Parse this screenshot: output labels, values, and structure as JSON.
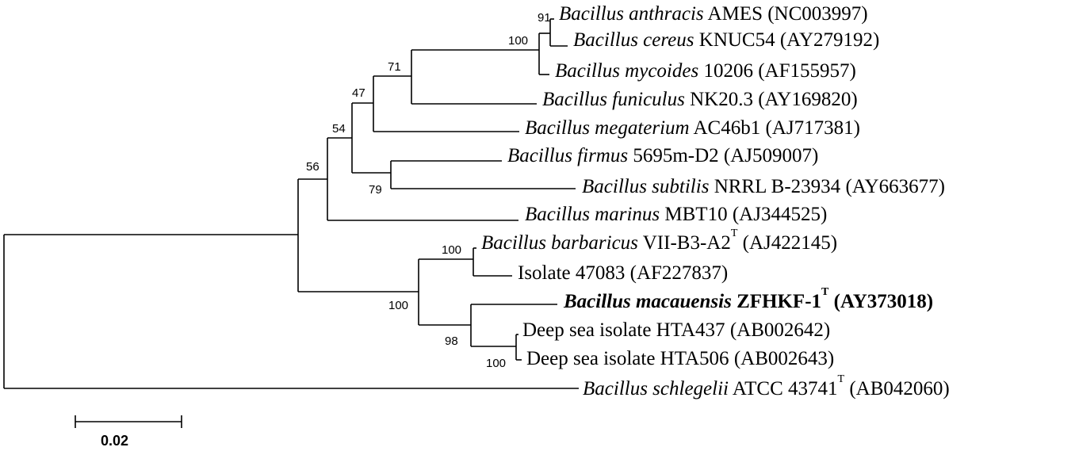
{
  "figure": {
    "leaves": [
      {
        "id": "anthracis",
        "species": "Bacillus anthracis",
        "strain": "AMES",
        "sup": "",
        "accession": "(NC003997)",
        "bold": false
      },
      {
        "id": "cereus",
        "species": "Bacillus cereus",
        "strain": "KNUC54",
        "sup": "",
        "accession": "(AY279192)",
        "bold": false
      },
      {
        "id": "mycoides",
        "species": "Bacillus mycoides",
        "strain": "10206",
        "sup": "",
        "accession": "(AF155957)",
        "bold": false
      },
      {
        "id": "funiculus",
        "species": "Bacillus funiculus",
        "strain": "NK20.3",
        "sup": "",
        "accession": "(AY169820)",
        "bold": false
      },
      {
        "id": "megaterium",
        "species": "Bacillus megaterium",
        "strain": "AC46b1",
        "sup": "",
        "accession": "(AJ717381)",
        "bold": false
      },
      {
        "id": "firmus",
        "species": "Bacillus firmus",
        "strain": "5695m-D2",
        "sup": "",
        "accession": "(AJ509007)",
        "bold": false
      },
      {
        "id": "subtilis",
        "species": "Bacillus subtilis",
        "strain": "NRRL B-23934",
        "sup": "",
        "accession": "(AY663677)",
        "bold": false
      },
      {
        "id": "marinus",
        "species": "Bacillus marinus",
        "strain": "MBT10",
        "sup": "",
        "accession": "(AJ344525)",
        "bold": false
      },
      {
        "id": "barbaricus",
        "species": "Bacillus barbaricus",
        "strain": "VII-B3-A2",
        "sup": "T",
        "accession": "(AJ422145)",
        "bold": false
      },
      {
        "id": "isolate47083",
        "species": "",
        "strain": "Isolate 47083",
        "sup": "",
        "accession": "(AF227837)",
        "bold": false
      },
      {
        "id": "macauensis",
        "species": "Bacillus macauensis",
        "strain": "ZFHKF-1",
        "sup": "T",
        "accession": "(AY373018)",
        "bold": true
      },
      {
        "id": "hta437",
        "species": "",
        "strain": "Deep sea isolate HTA437",
        "sup": "",
        "accession": "(AB002642)",
        "bold": false
      },
      {
        "id": "hta506",
        "species": "",
        "strain": "Deep sea isolate HTA506",
        "sup": "",
        "accession": "(AB002643)",
        "bold": false
      },
      {
        "id": "schlegelii",
        "species": "Bacillus schlegelii",
        "strain": "ATCC 43741",
        "sup": "T",
        "accession": "(AB042060)",
        "bold": false
      }
    ],
    "bootstrap": [
      {
        "id": "bs-anthracis-cereus",
        "value": "91"
      },
      {
        "id": "bs-cereus-group",
        "value": "100"
      },
      {
        "id": "bs-cereus-funiculus",
        "value": "71"
      },
      {
        "id": "bs-megaterium-clade",
        "value": "47"
      },
      {
        "id": "bs-firmus-clade",
        "value": "54"
      },
      {
        "id": "bs-firmus-subtilis",
        "value": "79"
      },
      {
        "id": "bs-outer",
        "value": "56"
      },
      {
        "id": "bs-barbaricus-isolate",
        "value": "100"
      },
      {
        "id": "bs-macauensis-clade",
        "value": "100"
      },
      {
        "id": "bs-macauensis-hta",
        "value": "98"
      },
      {
        "id": "bs-hta",
        "value": "100"
      }
    ],
    "scale_bar_label": "0.02"
  }
}
